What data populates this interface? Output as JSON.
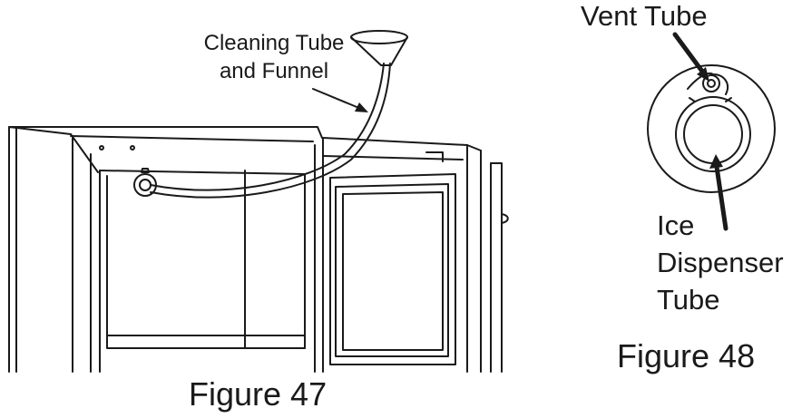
{
  "figure47": {
    "caption": "Figure 47",
    "callout_line1": "Cleaning Tube",
    "callout_line2": "and Funnel"
  },
  "figure48": {
    "caption": "Figure 48",
    "vent_label": "Vent Tube",
    "ice_line1": "Ice",
    "ice_line2": "Dispenser",
    "ice_line3": "Tube"
  }
}
